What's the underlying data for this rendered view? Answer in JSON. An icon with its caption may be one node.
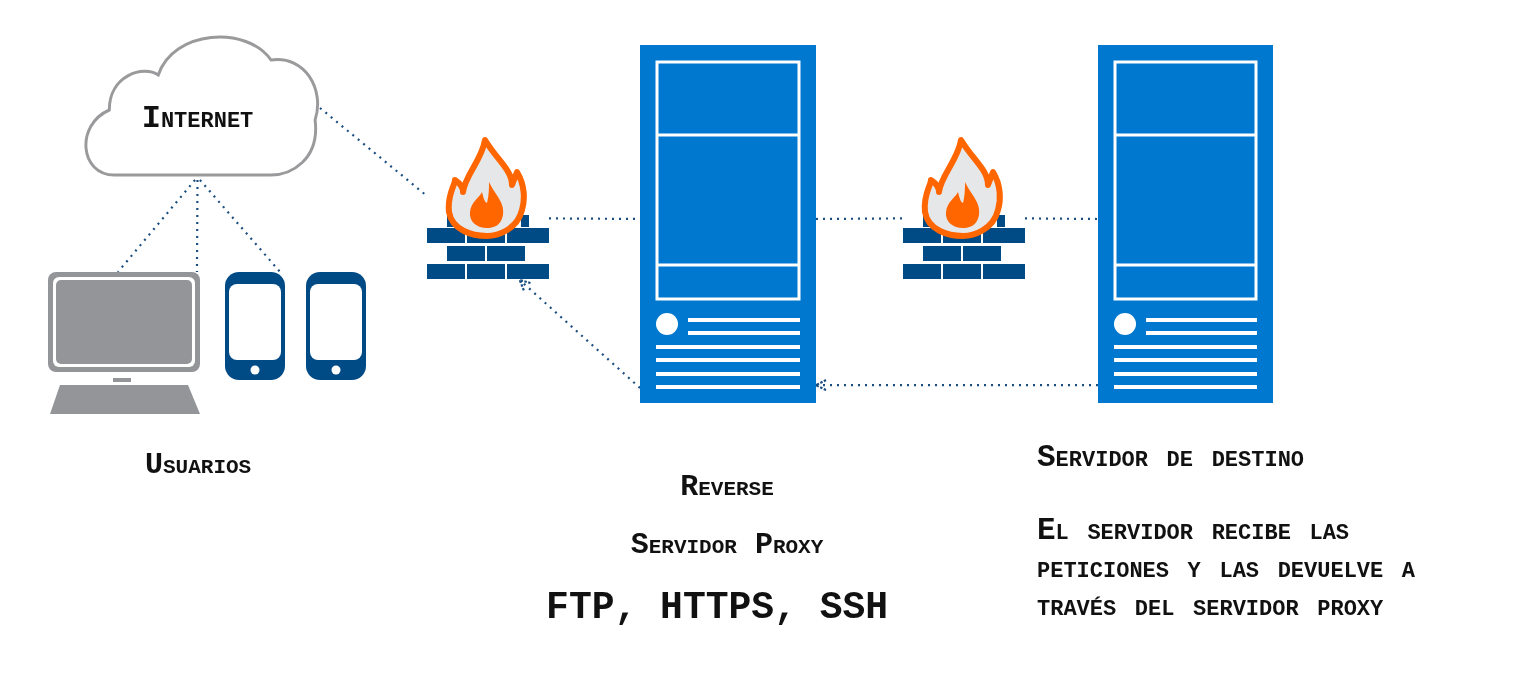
{
  "diagram": {
    "nodes": [
      {
        "text": [
          "Internet"
        ]
      },
      {
        "text": [],
        "shape": "computer"
      },
      {
        "text": [],
        "shape": "phone"
      },
      {
        "text": [],
        "shape": "phone"
      },
      {
        "text": [],
        "shape": "firewall"
      },
      {
        "text": [],
        "shape": "server",
        "beside": [
          "Reverse",
          "Servidor Proxy",
          "FTP, HTTPS, SSH"
        ]
      },
      {
        "text": [],
        "shape": "firewall"
      },
      {
        "text": [],
        "shape": "server",
        "beside": [
          "Servidor de destino",
          "El servidor recibe las peticiones y las devuelve a través del servidor proxy"
        ]
      }
    ],
    "edges": [
      {
        "from": 0,
        "to": 1,
        "arrow": "none"
      },
      {
        "from": 0,
        "to": 1,
        "arrow": "none"
      },
      {
        "from": 0,
        "to": 2,
        "arrow": "none"
      },
      {
        "from": 0,
        "to": 4,
        "arrow": "none"
      },
      {
        "from": 4,
        "to": 5,
        "arrow": "none"
      },
      {
        "from": 5,
        "to": 6,
        "arrow": "none"
      },
      {
        "from": 6,
        "to": 7,
        "arrow": "none"
      },
      {
        "from": 5,
        "to": 4,
        "arrow": "to"
      },
      {
        "from": 7,
        "to": 5,
        "arrow": "to"
      }
    ],
    "labels": [
      "Usuarios"
    ]
  }
}
